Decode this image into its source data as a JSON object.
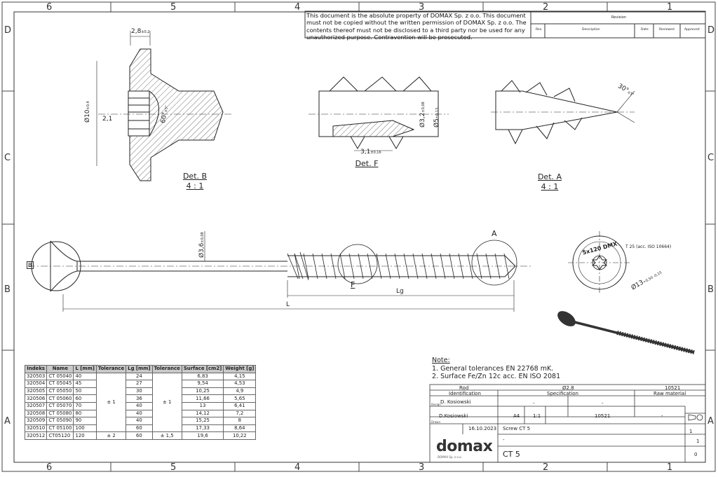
{
  "zones": {
    "cols": [
      "6",
      "5",
      "4",
      "3",
      "2",
      "1"
    ],
    "rows": [
      "D",
      "C",
      "B",
      "A"
    ]
  },
  "copyright": "This document is the absolute property of DOMAX Sp. z o.o. This document must not be copied without the written permission of DOMAX Sp. z o.o. The contents thereof must not be disclosed to a third party nor be used for any unauthorized purpose. Contravention will be prosecuted.",
  "revision": {
    "title": "Revision",
    "headers": [
      "Rev.",
      "Description",
      "Date",
      "Reviewed",
      "Approved"
    ]
  },
  "details": {
    "b": {
      "name": "Det. B",
      "scale": "4 : 1"
    },
    "f": {
      "name": "Det. F",
      "scale": ""
    },
    "a": {
      "name": "Det. A",
      "scale": "4 : 1"
    }
  },
  "dims": {
    "head_thk": "2,8",
    "head_thk_tol": "±0,2",
    "head_dia": "Ø10",
    "head_dia_tol": "±0,4",
    "recess_depth": "2,1",
    "head_angle": "60°",
    "head_angle_tol": "±5°",
    "core_dia": "Ø3,2",
    "core_dia_tol": "±0,08",
    "thread_dia": "Ø5",
    "thread_dia_tol": "±0,13",
    "pitch": "3,1",
    "pitch_tol": "±0,16",
    "tip_angle": "30°",
    "tip_angle_tol": "±5°",
    "shank_dia": "Ø3,6",
    "shank_dia_tol": "±0,08",
    "thread_len": "Lg",
    "overall_len": "L",
    "callout_a": "A",
    "callout_f": "F",
    "callout_b": "B",
    "drive": "T 25 (acc. ISO 10664)",
    "head_view_dia": "Ø13",
    "head_view_dia_tol": "+0,50 -0,15",
    "head_marking": "5x120 DMX"
  },
  "notes": {
    "title": "Note:",
    "items": [
      "1.   General tolerances EN 22768 mK.",
      "2.   Surface Fe/Zn 12c acc. EN ISO 2081"
    ]
  },
  "parts_table": {
    "headers": [
      "Indeks",
      "Name",
      "L [mm]",
      "Tolerance",
      "Lg [mm]",
      "Tolerance",
      "Surface [cm2]",
      "Weight [g]"
    ],
    "rows": [
      [
        "320503",
        "CT 05040",
        "40",
        "24",
        "6,83",
        "4,15"
      ],
      [
        "320504",
        "CT 05045",
        "45",
        "27",
        "9,54",
        "4,53"
      ],
      [
        "320505",
        "CT 05050",
        "50",
        "30",
        "10,25",
        "4,9"
      ],
      [
        "320506",
        "CT 05060",
        "60",
        "36",
        "11,66",
        "5,65"
      ],
      [
        "320507",
        "CT 05070",
        "70",
        "40",
        "13",
        "6,41"
      ],
      [
        "320508",
        "CT 05080",
        "80",
        "40",
        "14,12",
        "7,2"
      ],
      [
        "320509",
        "CT 05090",
        "90",
        "40",
        "15,25",
        "8"
      ],
      [
        "320510",
        "CT 05100",
        "100",
        "60",
        "17,33",
        "8,64"
      ],
      [
        "320512",
        "CT05120",
        "120",
        "60",
        "19,6",
        "10,22"
      ]
    ],
    "tol_group": "± 1",
    "tol_group_lg": "± 1",
    "tol_last": "± 2",
    "tol_last_lg": "± 1,5"
  },
  "title_block": {
    "raw_label": "Rod",
    "raw_spec": "Ø2,8",
    "raw_code": "10521",
    "identification": "Identification",
    "specification": "Specification",
    "raw_material": "Raw material",
    "designer": "D. Kosiowski",
    "designer_lbl": "Design",
    "checker": "D.Kosiowski",
    "checker_lbl": "Drawn",
    "format_val": "A4",
    "scale_val": "1:1",
    "material_val": "10521",
    "dash1": "-",
    "dash2": "-",
    "dash3": "-",
    "date": "16.10.2023",
    "descr": "Screw CT 5",
    "descr2": "-",
    "code": "CT 5",
    "sheet_no": "1",
    "sheet_of": "1",
    "rev_no": "0",
    "logo": "domax",
    "logo_sub": "DOMAX Sp. z o.o."
  }
}
